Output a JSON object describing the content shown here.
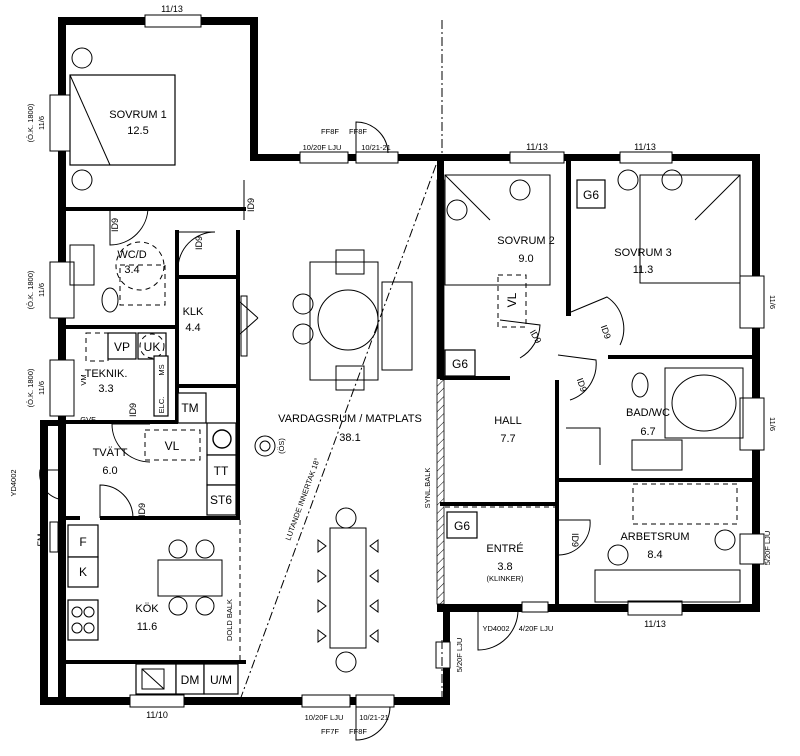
{
  "rooms": {
    "sovrum1": {
      "name": "SOVRUM 1",
      "area": "12.5"
    },
    "wcd": {
      "name": "WC/D",
      "area": "3.4"
    },
    "klk": {
      "name": "KLK",
      "area": "4.4"
    },
    "teknik": {
      "name": "TEKNIK.",
      "area": "3.3"
    },
    "tvatt": {
      "name": "TVÄTT",
      "area": "6.0"
    },
    "kok": {
      "name": "KÖK",
      "area": "11.6"
    },
    "vardagsrum": {
      "name": "VARDAGSRUM / MATPLATS",
      "area": "38.1"
    },
    "sovrum2": {
      "name": "SOVRUM 2",
      "area": "9.0"
    },
    "sovrum3": {
      "name": "SOVRUM 3",
      "area": "11.3"
    },
    "hall": {
      "name": "HALL",
      "area": "7.7"
    },
    "badwc": {
      "name": "BAD/WC",
      "area": "6.7"
    },
    "entre": {
      "name": "ENTRÉ",
      "area": "3.8",
      "note": "(KLINKER)"
    },
    "arbetsrum": {
      "name": "ARBETSRUM",
      "area": "8.4"
    }
  },
  "fixtures": {
    "vp": "VP",
    "uk": "UK",
    "vl": "VL",
    "tm": "TM",
    "tt": "TT",
    "st6": "ST6",
    "f": "F",
    "k": "K",
    "dm": "DM",
    "um": "U/M",
    "g6": "G6",
    "elc": "ELC.",
    "ms": "MS",
    "vm": "VM",
    "gvf": "GVF",
    "fm": "FM",
    "os": "(ÖS)"
  },
  "doors": {
    "id9": "ID9",
    "yd4002": "YD4002",
    "yd4002_entry": "YD4002",
    "lju_420f": "4/20F LJU",
    "lju_520f": "5/20F LJU",
    "lju_520f_b": "5/20F LJU"
  },
  "windows": {
    "w1113": "11/13",
    "w1110": "11/10",
    "w116": "11/6",
    "ok1800": "(Ö.K. 1800)",
    "w1020f": "10/20F LJU",
    "w1021": "10/21-21",
    "ff8f": "FF8F",
    "ff8f_b": "FF8F",
    "ff7f": "FF7F",
    "ff8f_c": "FF8F"
  },
  "notes": {
    "lutande": "LUTANDE INNERTAK 18°",
    "synl_balk": "SYNL.BALK",
    "dold_balk": "DOLD BALK"
  }
}
